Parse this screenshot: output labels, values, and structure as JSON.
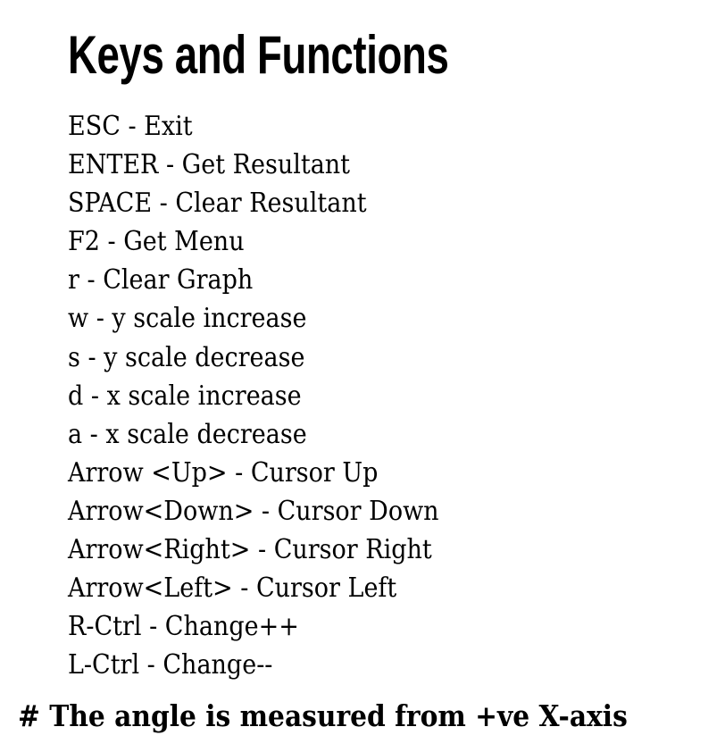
{
  "title": "Keys and Functions",
  "keys": [
    "ESC - Exit",
    "ENTER - Get Resultant",
    "SPACE - Clear Resultant",
    "F2 - Get Menu",
    "r - Clear Graph",
    "w - y scale increase",
    "s - y scale decrease",
    "d - x scale increase",
    "a - x scale decrease",
    "Arrow <Up> - Cursor Up",
    "Arrow<Down> - Cursor Down",
    "Arrow<Right> - Cursor Right",
    "Arrow<Left> - Cursor Left",
    "R-Ctrl - Change++",
    "L-Ctrl - Change--"
  ],
  "footnote": "# The angle is measured from +ve X-axis"
}
